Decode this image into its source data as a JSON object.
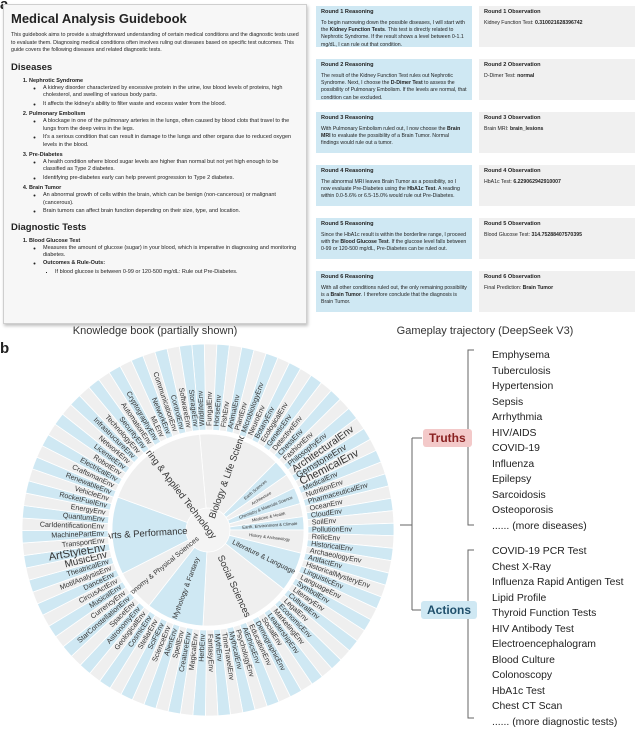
{
  "panel_a_letter": "a",
  "panel_b_letter": "b",
  "book": {
    "title": "Medical Analysis Guidebook",
    "intro": "This guidebook aims to provide a straightforward understanding of certain medical conditions and the diagnostic tests used to evaluate them. Diagnosing medical conditions often involves ruling out diseases based on specific test outcomes. This guide covers the following diseases and related diagnostic tests.",
    "diseases_heading": "Diseases",
    "diseases": [
      {
        "name": "Nephrotic Syndrome",
        "points": [
          "A kidney disorder characterized by excessive protein in the urine, low blood levels of proteins, high cholesterol, and swelling of various body parts.",
          "It affects the kidney's ability to filter waste and excess water from the blood."
        ]
      },
      {
        "name": "Pulmonary Embolism",
        "points": [
          "A blockage in one of the pulmonary arteries in the lungs, often caused by blood clots that travel to the lungs from the deep veins in the legs.",
          "It's a serious condition that can result in damage to the lungs and other organs due to reduced oxygen levels in the blood."
        ]
      },
      {
        "name": "Pre-Diabetes",
        "points": [
          "A health condition where blood sugar levels are higher than normal but not yet high enough to be classified as Type 2 diabetes.",
          "Identifying pre-diabetes early can help prevent progression to Type 2 diabetes."
        ]
      },
      {
        "name": "Brain Tumor",
        "points": [
          "An abnormal growth of cells within the brain, which can be benign (non-cancerous) or malignant (cancerous).",
          "Brain tumors can affect brain function depending on their size, type, and location."
        ]
      }
    ],
    "tests_heading": "Diagnostic Tests",
    "test_name": "Blood Glucose Test",
    "test_desc": "Measures the amount of glucose (sugar) in your blood, which is imperative in diagnosing and monitoring diabetes.",
    "test_outcomes_label": "Outcomes & Rule-Outs:",
    "test_outcome": "If blood glucose is between 0-99 or 120-500 mg/dL: Rule out Pre-Diabetes."
  },
  "caption_book": "Knowledge book (partially shown)",
  "caption_traj": "Gameplay trajectory (DeepSeek V3)",
  "rounds": [
    {
      "r_title": "Round 1 Reasoning",
      "r_html": "To begin narrowing down the possible diseases, I will start with the <b>Kidney Function Tests</b>. This test is directly related to Nephrotic Syndrome. If the result shows a level between 0-1.1 mg/dL, I can rule out that condition.",
      "o_title": "Round 1 Observation",
      "o_html": "Kidney Function Test: <b>0.31002162839674​2</b>"
    },
    {
      "r_title": "Round 2 Reasoning",
      "r_html": "The result of the Kidney Function Test rules out Nephrotic Syndrome. Next, I choose the <b>D-Dimer Test</b> to assess the possibility of Pulmonary Embolism. If the levels are normal, that condition can be excluded.",
      "o_title": "Round 2 Observation",
      "o_html": "D-Dimer Test: <b>normal</b>"
    },
    {
      "r_title": "Round 3 Reasoning",
      "r_html": "With Pulmonary Embolism ruled out, I now choose the <b>Brain MRI</b> to evaluate the possibility of a Brain Tumor. Normal findings would rule out a tumor.",
      "o_title": "Round 3 Observation",
      "o_html": "Brain MRI: <b>brain_lesions</b>"
    },
    {
      "r_title": "Round 4 Reasoning",
      "r_html": "The abnormal MRI leaves Brain Tumor as a possibility, so I now evaluate Pre-Diabetes using the <b>HbA1c Test</b>. A reading within 0.0-5.6% or 6.5-15.0% would rule out Pre-Diabetes.",
      "o_title": "Round 4 Observation",
      "o_html": "HbA1c Test: <b>6.229062942910007</b>"
    },
    {
      "r_title": "Round 5 Reasoning",
      "r_html": "Since the HbA1c result is within the borderline range, I proceed with the <b>Blood Glucose Test</b>. If the glucose level falls between 0-99 or 120-500 mg/dL, Pre-Diabetes can be ruled out.",
      "o_title": "Round 5 Observation",
      "o_html": "Blood Glucose Test: <b>314.75288407570395</b>"
    },
    {
      "r_title": "Round 6 Reasoning",
      "r_html": "With all other conditions ruled out, the only remaining possibility is a <b>Brain Tumor</b>. I therefore conclude that the diagnosis is Brain Tumor.",
      "o_title": "Round 6 Observation",
      "o_html": "Final Prediction: <b>Brain Tumor</b>"
    }
  ],
  "colors": {
    "blue": "#cfe8f3",
    "blue_dark": "#a9d4e8",
    "grey": "#efefef",
    "grey_dark": "#dddddd",
    "truths": "#f3c9c9",
    "actions": "#cfe8f3"
  },
  "sunburst": {
    "inner": [
      {
        "label": "Biology & Life Sciences",
        "from": -5,
        "to": 45,
        "fill": "grey"
      },
      {
        "label": "Earth Sciences",
        "from": 45,
        "to": 55,
        "fill": "blue"
      },
      {
        "label": "Architecture",
        "from": 55,
        "to": 64,
        "fill": "grey"
      },
      {
        "label": "Chemistry & Materials Science",
        "from": 64,
        "to": 74,
        "fill": "blue"
      },
      {
        "label": "Medicine & Health",
        "from": 74,
        "to": 82,
        "fill": "grey"
      },
      {
        "label": "Earth, Environment & Climate",
        "from": 82,
        "to": 90,
        "fill": "blue"
      },
      {
        "label": "History & Archaeology",
        "from": 90,
        "to": 104,
        "fill": "grey"
      },
      {
        "label": "Literature & Language",
        "from": 104,
        "to": 128,
        "fill": "blue"
      },
      {
        "label": "Social Sciences",
        "from": 128,
        "to": 183,
        "fill": "grey"
      },
      {
        "label": "Mythology & Fantasy",
        "from": 183,
        "to": 218,
        "fill": "blue"
      },
      {
        "label": "Astronomy & Physical Sciences",
        "from": 218,
        "to": 243,
        "fill": "grey"
      },
      {
        "label": "Arts & Performance",
        "from": 243,
        "to": 290,
        "fill": "blue"
      },
      {
        "label": "Engineering & Applied Technology",
        "from": 290,
        "to": 355,
        "fill": "grey"
      }
    ],
    "outer": [
      "WildlifeEnv",
      "FungalEnv",
      "HorseEnv",
      "FishEnv",
      "AnimalEnv",
      "PlantEnv",
      "MicrobiologyEnv",
      "NeuroEnv",
      "BotanyEnv",
      "EcologicalEnv",
      "GeneticEnv",
      "DetectiveEnv",
      "ChessEnv",
      "FashionEnv",
      "PhilosophyEnv",
      "ArchitecturalEnv",
      "GemstoneEnv",
      "ChemicalEnv",
      "MedicalEnv",
      "NutritionEnv",
      "PharmaceuticalEnv",
      "OceanEnv",
      "CloudEnv",
      "SoilEnv",
      "PollutionEnv",
      "RelicEnv",
      "HistoricalEnv",
      "ArchaeologyEnv",
      "ArtifactEnv",
      "HistoricalMysteryEnv",
      "LinguisticEnv",
      "LanguageEnv",
      "SymbolEnv",
      "LiteraryEnv",
      "CulturalEnv",
      "LegalEnv",
      "EconomicEnv",
      "MarketingEnv",
      "LeadershipEnv",
      "SocialEnv",
      "DemographicEnv",
      "EducationEnv",
      "AiEthicsEnv",
      "PsychologyEnv",
      "MythicalEnv",
      "TimeTravelEnv",
      "MythEnv",
      "FantasyEnv",
      "HerbEnv",
      "MagicalEnv",
      "CreatureEnv",
      "SpellEnv",
      "AlienEnv",
      "ScienceEnv",
      "SciFiEnv",
      "StellarEnv",
      "CosmicEnv",
      "GeologicalEnv",
      "AstronomyEnv",
      "SpaceEnv",
      "StarConstellationEnv",
      "CurrencyEnv",
      "MusicalEnv",
      "CircusActEnv",
      "DanceEnv",
      "MotifAnalysisEnv",
      "TheatricalEnv",
      "MusicEnv",
      "ArtStyleEnv",
      "TransportEnv",
      "MachinePartEnv",
      "CarIdentificationEnv",
      "QuantumEnv",
      "EnergyEnv",
      "RocketFuelEnv",
      "VehicleEnv",
      "RenewableEnv",
      "CraftsmanEnv",
      "ElectricalEnv",
      "RobotEnv",
      "LicenseEnv",
      "NetworkEnv",
      "InfrastructureEnv",
      "TechnologyEnv",
      "SecurityEnv",
      "AutomationEnv",
      "CryptographyEnv",
      "MLEnv",
      "NetworkEnv",
      "CommunicationEnv",
      "ControlEnv",
      "SoftwareEnv",
      "StorageEnv"
    ],
    "big_labels": [
      {
        "text": "ArtStyleEnv",
        "angle": 271,
        "size": 11
      },
      {
        "text": "MusicEnv",
        "angle": 266,
        "size": 10
      },
      {
        "text": "ArchitecturalEnv",
        "angle": 52,
        "size": 10
      },
      {
        "text": "ChemicalEnv",
        "angle": 63,
        "size": 11
      },
      {
        "text": "GemstoneEnv",
        "angle": 58,
        "size": 9
      }
    ]
  },
  "truths": {
    "tag": "Truths",
    "items": [
      "Emphysema",
      "Tuberculosis",
      "Hypertension",
      "Sepsis",
      "Arrhythmia",
      "HIV/AIDS",
      "COVID-19",
      "Influenza",
      "Epilepsy",
      "Sarcoidosis",
      "Osteoporosis",
      "...... (more diseases)"
    ]
  },
  "actions": {
    "tag": "Actions",
    "items": [
      "COVID-19 PCR Test",
      "Chest X-Ray",
      "Influenza Rapid Antigen Test",
      "Lipid Profile",
      "Thyroid Function Tests",
      "HIV Antibody Test",
      "Electroencephalogram",
      "Blood Culture",
      "Colonoscopy",
      "HbA1c Test",
      "Chest CT Scan",
      "...... (more diagnostic tests)"
    ]
  }
}
